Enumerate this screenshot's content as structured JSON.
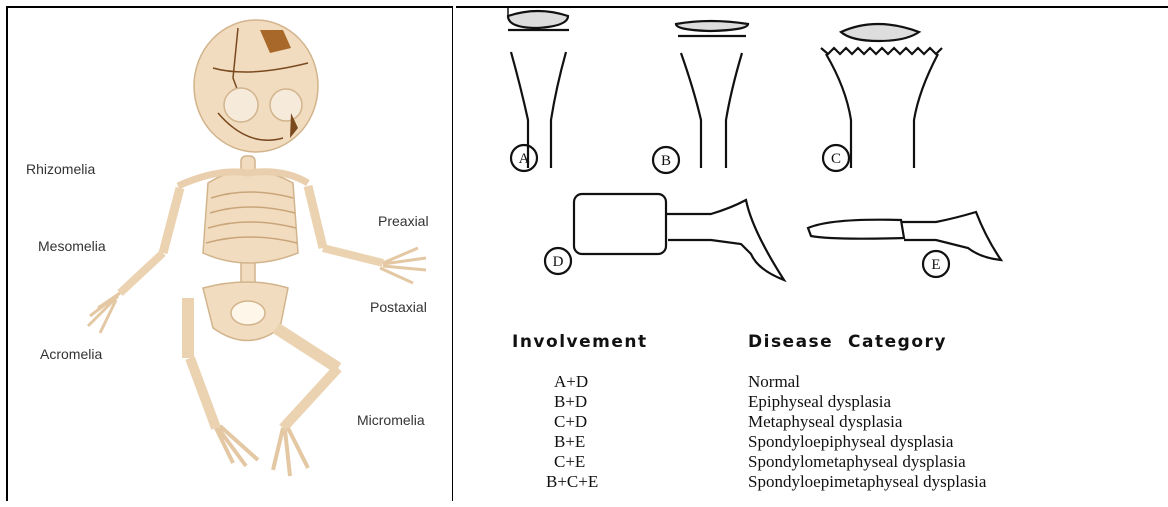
{
  "skeleton_labels": {
    "rhizomelia": "Rhizomelia",
    "mesomelia": "Mesomelia",
    "acromelia": "Acromelia",
    "preaxial": "Preaxial",
    "postaxial": "Postaxial",
    "micromelia": "Micromelia"
  },
  "bone_labels": {
    "a": "A",
    "b": "B",
    "c": "C",
    "d": "D",
    "e": "E"
  },
  "table": {
    "header_involvement": "Involvement",
    "header_category": "Disease  Category",
    "rows": [
      {
        "involvement": "A+D",
        "category": "Normal"
      },
      {
        "involvement": "B+D",
        "category": "Epiphyseal dysplasia"
      },
      {
        "involvement": "C+D",
        "category": "Metaphyseal dysplasia"
      },
      {
        "involvement": "B+E",
        "category": "Spondyloepiphyseal dysplasia"
      },
      {
        "involvement": "C+E",
        "category": "Spondylometaphyseal dysplasia"
      },
      {
        "involvement": "B+C+E",
        "category": "Spondyloepimetaphyseal dysplasia"
      }
    ]
  },
  "colors": {
    "bone": "#f1dcc0",
    "bone_outline": "#d2b48c",
    "ink": "#111111"
  }
}
